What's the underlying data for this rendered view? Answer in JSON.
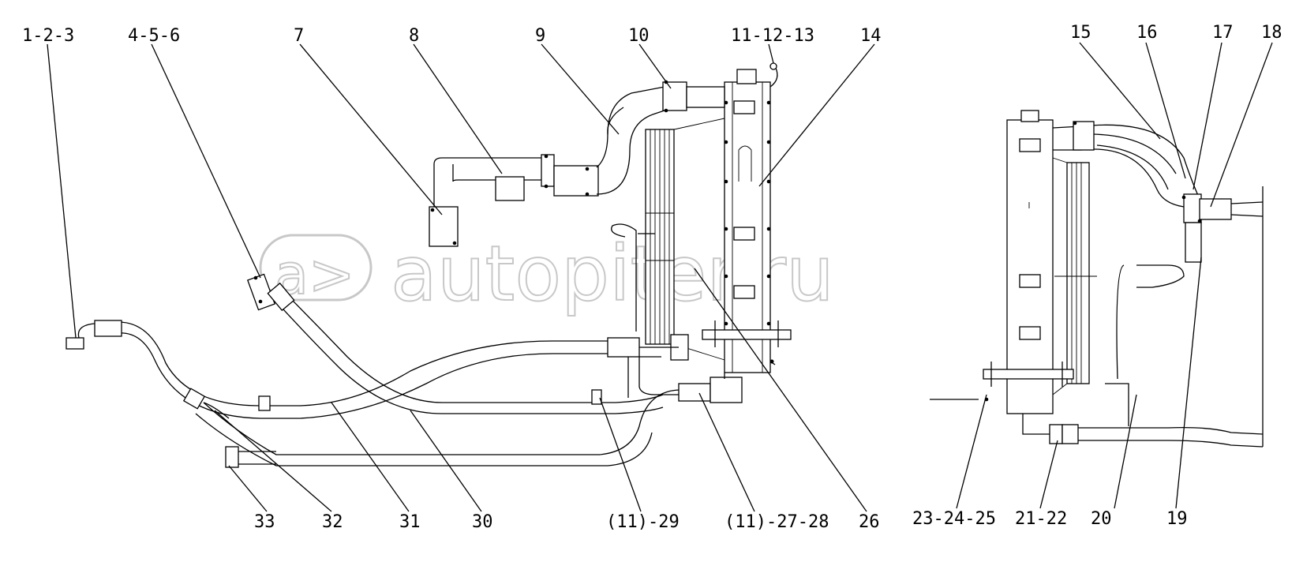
{
  "watermark": {
    "text": "autopiter.ru"
  },
  "labels": [
    {
      "id": "l1",
      "text": "1-2-3"
    },
    {
      "id": "l2",
      "text": "4-5-6"
    },
    {
      "id": "l3",
      "text": "7"
    },
    {
      "id": "l4",
      "text": "8"
    },
    {
      "id": "l5",
      "text": "9"
    },
    {
      "id": "l6",
      "text": "10"
    },
    {
      "id": "l7",
      "text": "11-12-13"
    },
    {
      "id": "l8",
      "text": "14"
    },
    {
      "id": "l9",
      "text": "15"
    },
    {
      "id": "l10",
      "text": "16"
    },
    {
      "id": "l11",
      "text": "17"
    },
    {
      "id": "l12",
      "text": "18"
    },
    {
      "id": "l13",
      "text": "33"
    },
    {
      "id": "l14",
      "text": "32"
    },
    {
      "id": "l15",
      "text": "31"
    },
    {
      "id": "l16",
      "text": "30"
    },
    {
      "id": "l17",
      "text": "(11)-29"
    },
    {
      "id": "l18",
      "text": "(11)-27-28"
    },
    {
      "id": "l19",
      "text": "26"
    },
    {
      "id": "l20",
      "text": "23-24-25"
    },
    {
      "id": "l21",
      "text": "21-22"
    },
    {
      "id": "l22",
      "text": "20"
    },
    {
      "id": "l23",
      "text": "19"
    }
  ]
}
